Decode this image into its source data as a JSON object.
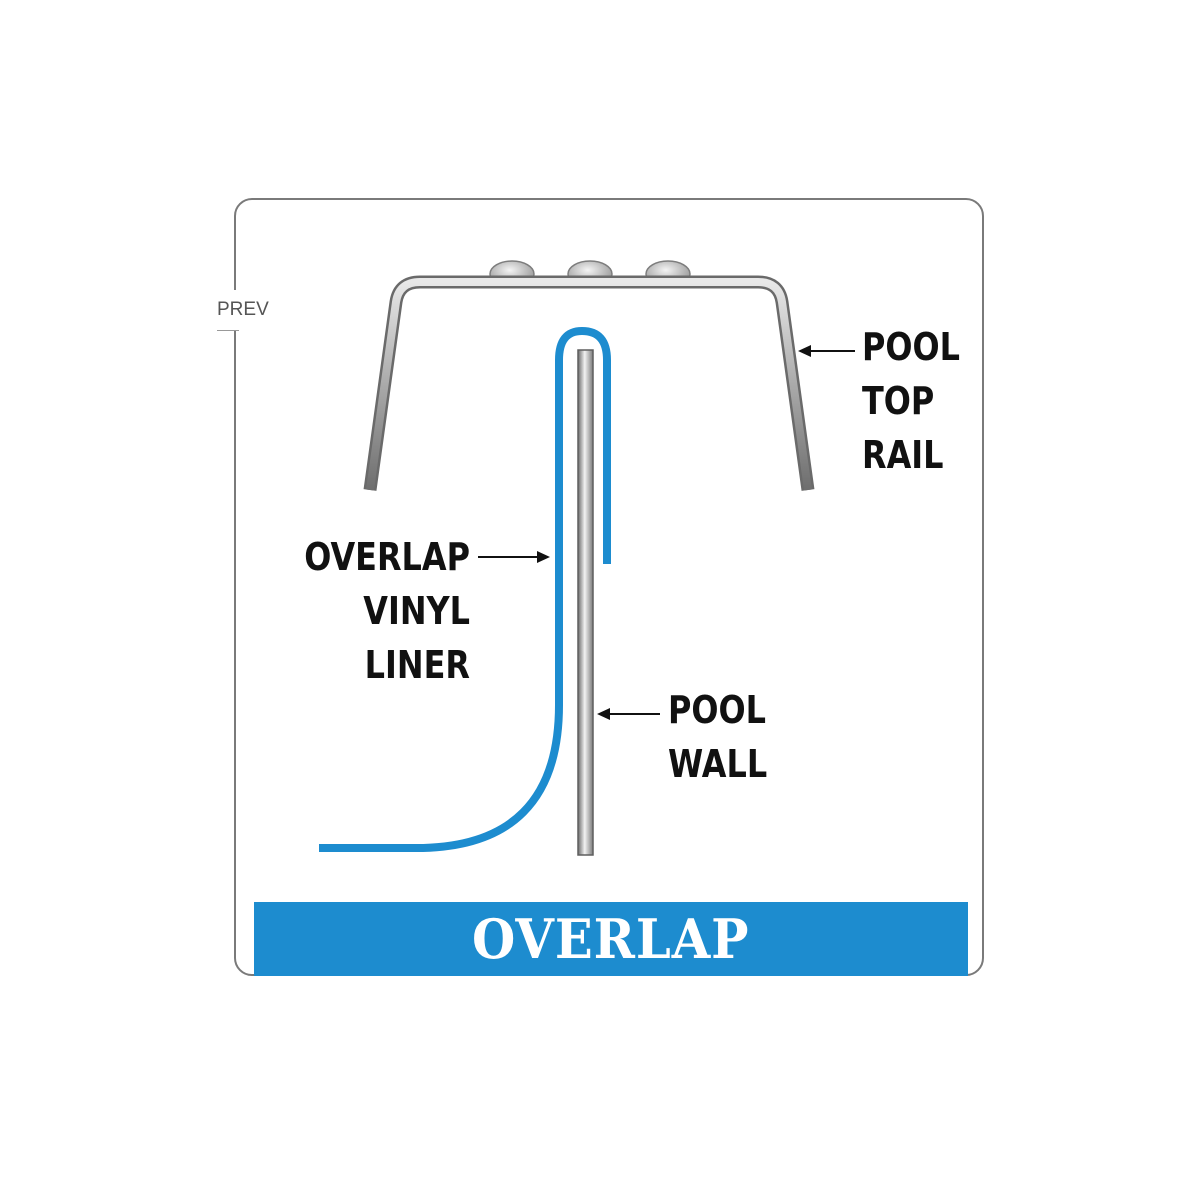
{
  "nav": {
    "prev_label": "PREV"
  },
  "labels": {
    "top_rail": [
      "POOL",
      "TOP",
      "RAIL"
    ],
    "liner": [
      "OVERLAP",
      "VINYL",
      "LINER"
    ],
    "wall": [
      "POOL",
      "WALL"
    ]
  },
  "banner": {
    "title": "OVERLAP"
  },
  "colors": {
    "liner_blue": "#1d8ccf",
    "banner_blue": "#1d8ccf",
    "rail_gray": "#8c8c8c",
    "border_gray": "#7a7a7a"
  }
}
